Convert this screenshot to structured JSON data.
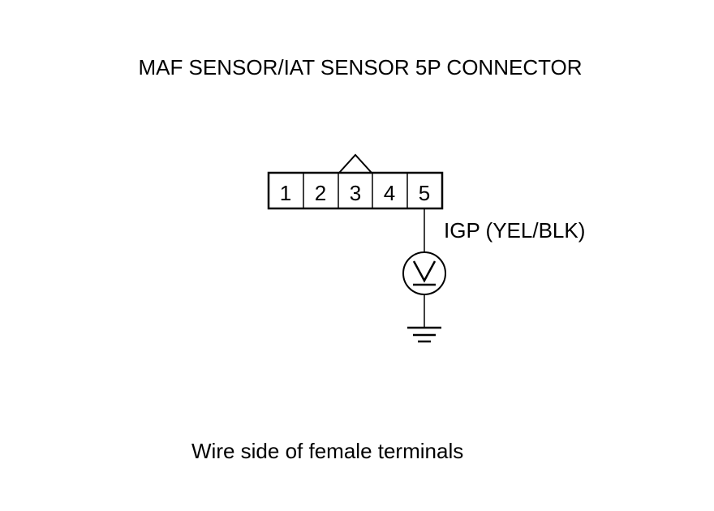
{
  "title": "MAF SENSOR/IAT SENSOR 5P CONNECTOR",
  "connector": {
    "terminals": [
      "1",
      "2",
      "3",
      "4",
      "5"
    ],
    "key_terminal": "3"
  },
  "wire_label": "IGP (YEL/BLK)",
  "meter": {
    "icon": "voltmeter-icon"
  },
  "ground": {
    "icon": "ground-icon"
  },
  "footer": "Wire side of female terminals",
  "colors": {
    "line": "#000000",
    "background": "#ffffff"
  }
}
